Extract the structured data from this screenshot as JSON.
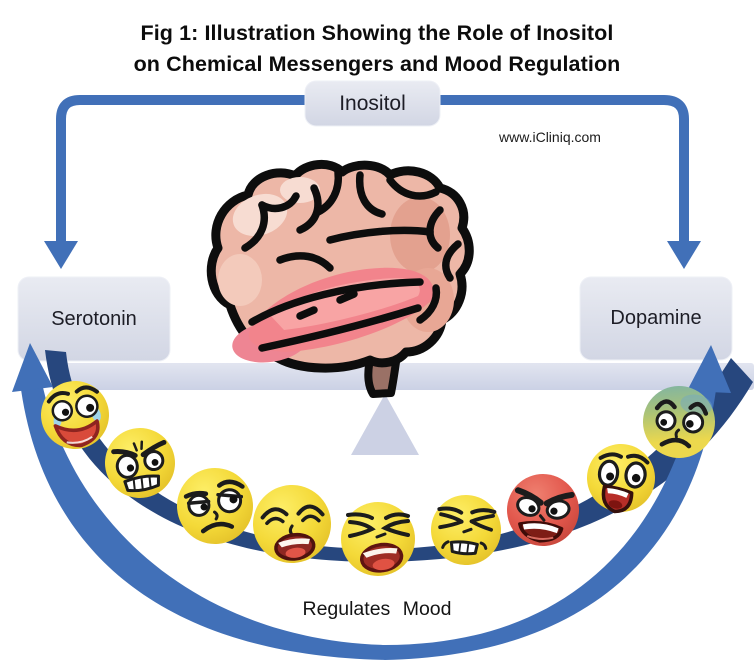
{
  "figure": {
    "title_line1": "Fig 1: Illustration Showing the Role of Inositol",
    "title_line2": "on Chemical Messengers and Mood Regulation",
    "watermark": "www.iCliniq.com",
    "caption": "Regulates Mood"
  },
  "nodes": {
    "source": {
      "label": "Inositol"
    },
    "left": {
      "label": "Serotonin"
    },
    "right": {
      "label": "Dopamine"
    }
  },
  "icons": {
    "brain": "cartoon-brain-icon",
    "balance_beam": "seesaw-beam",
    "fulcrum": "triangle-fulcrum",
    "down_arrows": [
      "down-arrow-left",
      "down-arrow-right"
    ],
    "mood_swoosh": "curved-double-arrow-up-both-ends"
  },
  "emojis": [
    {
      "name": "laughing-tears-emoji",
      "mood": "laughing with tears",
      "color": "#f3d634"
    },
    {
      "name": "angry-grit-emoji",
      "mood": "angry gritting teeth",
      "color": "#f3d634"
    },
    {
      "name": "sad-skeptical-emoji",
      "mood": "sad skeptical",
      "color": "#f3d634"
    },
    {
      "name": "weary-emoji",
      "mood": "weary crying out",
      "color": "#f3d634"
    },
    {
      "name": "sobbing-emoji",
      "mood": "sobbing with squeezed eyes",
      "color": "#f3d634"
    },
    {
      "name": "frustrated-emoji",
      "mood": "frustrated clenched teeth",
      "color": "#f3d634"
    },
    {
      "name": "furious-emoji",
      "mood": "furious",
      "color": "#e2574c"
    },
    {
      "name": "terrified-emoji",
      "mood": "terrified screaming",
      "color": "#f3d634"
    },
    {
      "name": "anxious-sick-emoji",
      "mood": "anxious and queasy",
      "color": "#79b2ab"
    }
  ],
  "colors": {
    "arrow_blue": "#4170b8",
    "arrow_navy": "#27477e",
    "node_fill": "#dcdfe9",
    "beam_fill": "#d3d8ea",
    "triangle_fill": "#ccd1e4"
  }
}
